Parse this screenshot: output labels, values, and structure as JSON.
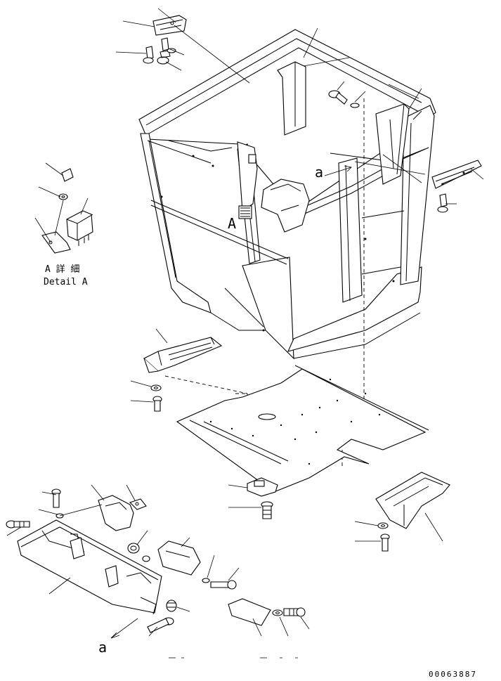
{
  "labels": {
    "detail_jp": "A 詳 細",
    "detail_en": "Detail A",
    "view_a_upper": "A",
    "arrow_a_upper": "a",
    "arrow_a_lower": "a",
    "drawing_code": "00063887"
  },
  "part_icons": [
    "cab-frame-icon",
    "floor-plate-icon",
    "pillar-cover-icon",
    "bracket-icon",
    "bolt-icon",
    "washer-icon",
    "relay-icon",
    "mat-icon",
    "step-cover-icon"
  ]
}
